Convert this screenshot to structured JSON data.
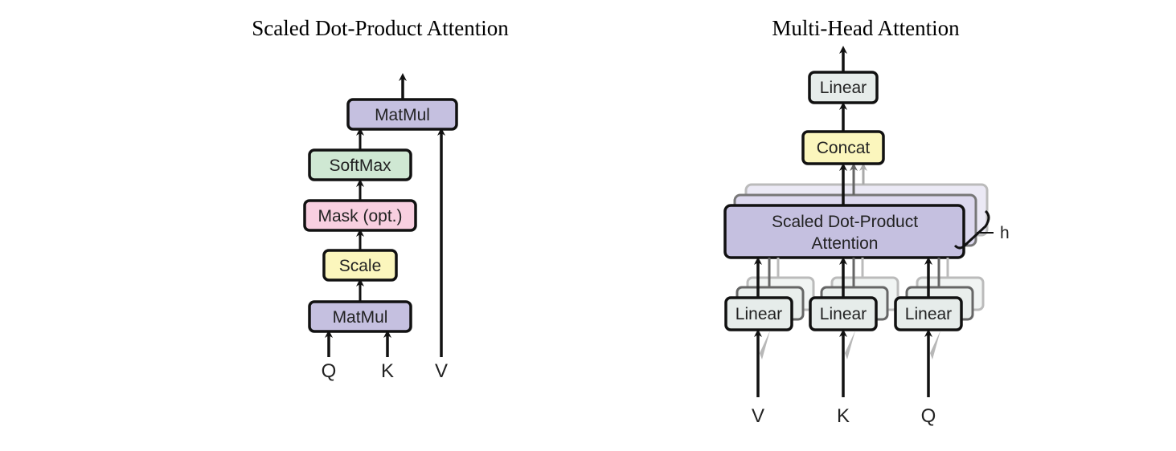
{
  "colors": {
    "purple": "#c5c0e0",
    "green": "#cfe8d3",
    "pink": "#f8cfe0",
    "yellow": "#fbf6bd",
    "gray": "#e6ecea",
    "stroke": "#111111"
  },
  "left": {
    "title": "Scaled Dot-Product Attention",
    "blocks": {
      "matmul_top": "MatMul",
      "softmax": "SoftMax",
      "mask": "Mask (opt.)",
      "scale": "Scale",
      "matmul_bottom": "MatMul"
    },
    "inputs": {
      "q": "Q",
      "k": "K",
      "v": "V"
    }
  },
  "right": {
    "title": "Multi-Head Attention",
    "blocks": {
      "linear_out": "Linear",
      "concat": "Concat",
      "attention_line1": "Scaled Dot-Product",
      "attention_line2": "Attention",
      "linear_v": "Linear",
      "linear_k": "Linear",
      "linear_q": "Linear"
    },
    "heads_label": "h",
    "inputs": {
      "v": "V",
      "k": "K",
      "q": "Q"
    }
  }
}
